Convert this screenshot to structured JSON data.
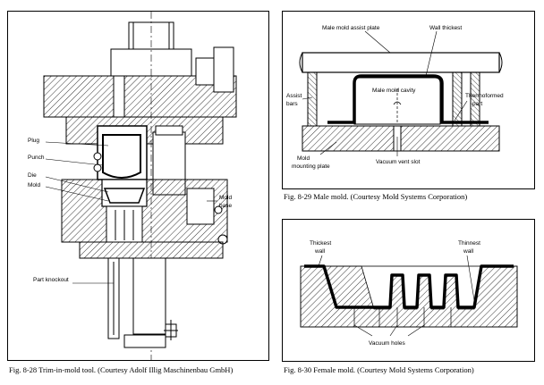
{
  "figures": {
    "fig_8_28": {
      "caption": "Fig. 8-28 Trim-in-mold tool. (Courtesy Adolf Illig Maschinenbau GmbH)",
      "labels": {
        "plug": "Plug",
        "punch": "Punch",
        "die": "Die",
        "mold": "Mold",
        "mold_base_1": "Mold",
        "mold_base_2": "base",
        "part_knockout": "Part knockout"
      }
    },
    "fig_8_29": {
      "caption": "Fig. 8-29 Male mold. (Courtesy Mold Systems Corporation)",
      "labels": {
        "male_mold_assist_plate": "Male mold assist plate",
        "wall_thickest": "Wall thickest",
        "assist_1": "Assist",
        "assist_2": "bars",
        "male_mold_cavity": "Male mold cavity",
        "thermoformed_1": "Thermoformed",
        "thermoformed_2": "part",
        "mold_mounting_1": "Mold",
        "mold_mounting_2": "mounting plate",
        "vacuum_vent_slot": "Vacuum vent slot"
      }
    },
    "fig_8_30": {
      "caption": "Fig. 8-30 Female mold. (Courtesy Mold Systems Corporation)",
      "labels": {
        "thickest_1": "Thickest",
        "thickest_2": "wall",
        "thinnest_1": "Thinnest",
        "thinnest_2": "wall",
        "vacuum_holes": "Vacuum holes"
      }
    }
  },
  "colors": {
    "line": "#000000",
    "background": "#ffffff"
  }
}
